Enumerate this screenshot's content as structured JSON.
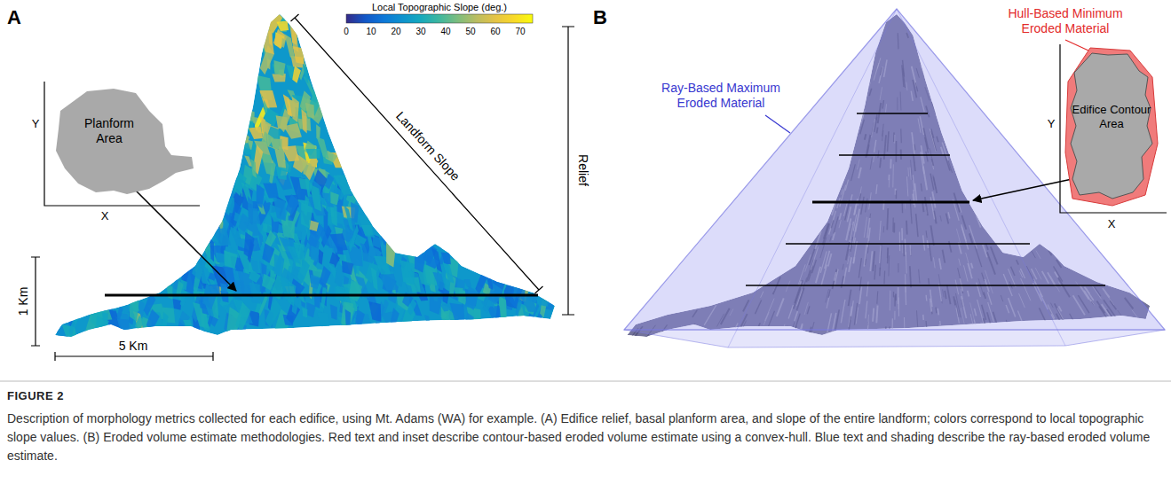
{
  "diagram": {
    "caption": "Description of morphology metrics collected for each edifice, using Mt. Adams (WA) for example. (A) Edifice relief, basal planform area, and slope of the entire landform; colors correspond to local topographic slope values. (B) Eroded volume estimate methodologies. Red text and inset describe contour-based eroded volume estimate using a convex-hull. Blue text and shading describe the ray-based eroded volume estimate.",
    "nodes": [
      {
        "text": [
          "Planform Area"
        ]
      },
      {
        "text": [
          "Edifice Contour Area"
        ]
      }
    ],
    "labels": [
      "A",
      "Local Topographic Slope (deg.)",
      "0",
      "10",
      "20",
      "30",
      "40",
      "50",
      "60",
      "70",
      "Y",
      "X",
      "Landform Slope",
      "Relief",
      "1 Km",
      "5 Km",
      "B",
      "Ray-Based Maximum Eroded Material",
      "Hull-Based Minimum Eroded Material",
      "Y",
      "X",
      "FIGURE 2"
    ]
  }
}
